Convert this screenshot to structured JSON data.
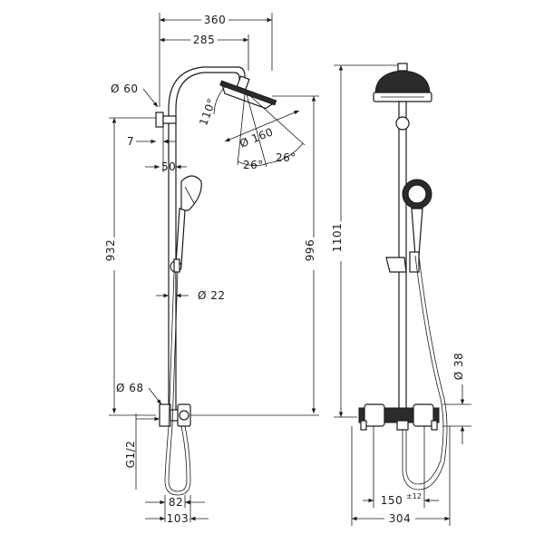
{
  "drawing": {
    "side_view": {
      "width_total": "360",
      "width_arm": "285",
      "arm_tube_diameter": "Ø 60",
      "head_angle": "110°",
      "head_diameter": "Ø 160",
      "spray_angle_left": "26°",
      "spray_angle_right": "26°",
      "wall_offset": "7",
      "bracket_offset": "50",
      "bracket_height": "932",
      "total_height_head": "996",
      "pipe_diameter": "Ø 22",
      "mixer_diameter": "Ø 68",
      "connection_thread": "G1/2",
      "bottom_width_inner": "82",
      "bottom_width_outer": "103"
    },
    "front_view": {
      "overall_height": "1101",
      "mixer_diameter": "Ø 38",
      "connection_spacing": "150",
      "connection_tolerance": "±12",
      "overall_width": "304"
    }
  }
}
